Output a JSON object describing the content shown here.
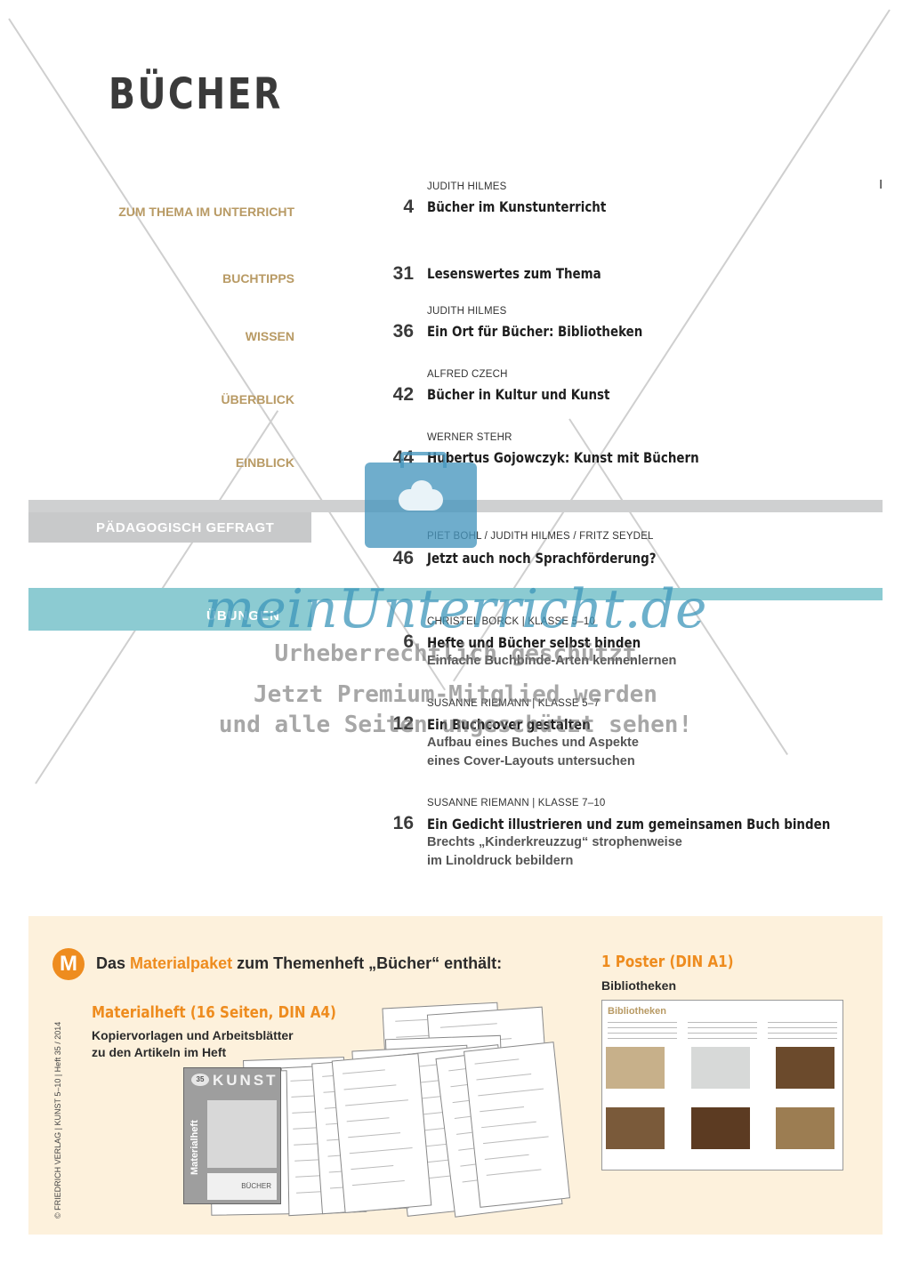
{
  "page": {
    "title": "BÜCHER",
    "page_marker": "I"
  },
  "toc": {
    "section1": [
      {
        "category": "ZUM THEMA IM UNTERRICHT",
        "author": "JUDITH HILMES",
        "page": "4",
        "title": "Bücher im Kunstunterricht"
      },
      {
        "category": "BUCHTIPPS",
        "author": "",
        "page": "31",
        "title": "Lesenswertes zum Thema"
      },
      {
        "category": "WISSEN",
        "author": "JUDITH HILMES",
        "page": "36",
        "title": "Ein Ort für Bücher: Bibliotheken"
      },
      {
        "category": "ÜBERBLICK",
        "author": "ALFRED CZECH",
        "page": "42",
        "title": "Bücher in Kultur und Kunst"
      },
      {
        "category": "EINBLICK",
        "author": "WERNER STEHR",
        "page": "44",
        "title": "Hubertus Gojowczyk: Kunst mit Büchern"
      }
    ],
    "paedagogisch": {
      "label": "PÄDAGOGISCH GEFRAGT",
      "author": "PIET BOHL / JUDITH HILMES / FRITZ SEYDEL",
      "page": "46",
      "title": "Jetzt auch noch Sprachförderung?"
    },
    "uebungen": {
      "label": "ÜBUNGEN",
      "items": [
        {
          "author": "CHRISTEL BORCK | KLASSE 5–10",
          "page": "6",
          "title": "Hefte und Bücher selbst binden",
          "sub": [
            "Einfache Buchbinde-Arten kennenlernen"
          ]
        },
        {
          "author": "SUSANNE RIEMANN | KLASSE 5–7",
          "page": "12",
          "title": "Ein Buchcover gestalten",
          "sub": [
            "Aufbau eines Buches und Aspekte",
            "eines Cover-Layouts untersuchen"
          ]
        },
        {
          "author": "SUSANNE RIEMANN | KLASSE 7–10",
          "page": "16",
          "title": "Ein Gedicht illustrieren und zum gemeinsamen Buch binden",
          "sub": [
            "Brechts „Kinderkreuzzug“ strophenweise",
            "im Linoldruck bebildern"
          ]
        }
      ]
    }
  },
  "promo": {
    "badge": "M",
    "headline_pre": "Das ",
    "headline_highlight": "Materialpaket",
    "headline_post": " zum Themenheft „Bücher“ enthält:",
    "materialheft_title": "Materialheft (16 Seiten, DIN A4)",
    "materialheft_desc": [
      "Kopiervorlagen und Arbeitsblätter",
      "zu den Artikeln im Heft"
    ],
    "poster_title": "1 Poster (DIN A1)",
    "poster_desc": "Bibliotheken",
    "poster_inner_title": "Bibliotheken",
    "cover_issue": "35",
    "cover_brand": "KUNST",
    "cover_side": "Materialheft",
    "cover_bottom": "BÜCHER"
  },
  "sidebar_credit": "© FRIEDRICH VERLAG | KUNST 5–10 | Heft 35 / 2014",
  "watermark": {
    "logo": "meinUnterricht.de",
    "line1": "Urheberrechtlich geschützt",
    "line2": "Jetzt Premium-Mitglied werden",
    "line3": "und alle Seiten ungeschützt sehen!"
  },
  "colors": {
    "gold": "#b89a64",
    "teal": "#8ccbd2",
    "orange": "#ee8c1f",
    "gray_band": "#c8c9ca",
    "promo_bg": "#fdf1dc"
  }
}
